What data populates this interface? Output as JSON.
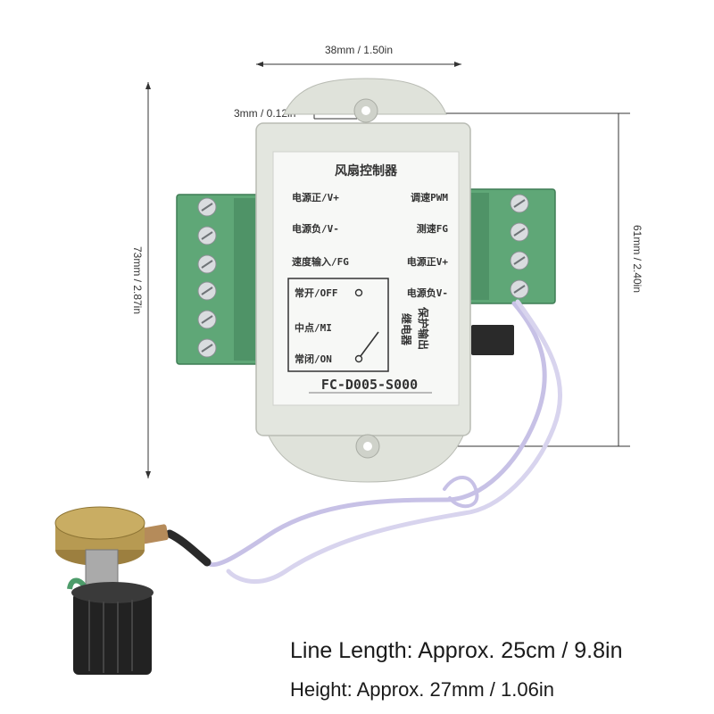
{
  "dimensions": {
    "width_label": "38mm / 1.50in",
    "hole_label": "3mm / 0.12in",
    "height_label": "73mm / 2.87in",
    "inner_height_label": "61mm / 2.40in"
  },
  "module": {
    "title": "风扇控制器",
    "model": "FC-D005-S000",
    "pins_left": [
      "电源正/V+",
      "电源负/V-",
      "速度输入/FG"
    ],
    "pins_right": [
      "调速PWM",
      "测速FG",
      "电源正V+",
      "电源负V-"
    ],
    "relay_lines": [
      "常开/OFF",
      "中点/MI",
      "常闭/ON"
    ],
    "relay_vertical_1": "继电器",
    "relay_vertical_2": "保护输出"
  },
  "captions": {
    "line_length": "Line Length: Approx. 25cm / 9.8in",
    "height": "Height: Approx. 27mm / 1.06in"
  },
  "colors": {
    "housing": "#e3e6df",
    "label_panel": "#f7f8f6",
    "terminal_green": "#5fa777",
    "cable": "#d8d4ee",
    "knob": "#222222",
    "pot_brass": "#b79a52"
  }
}
